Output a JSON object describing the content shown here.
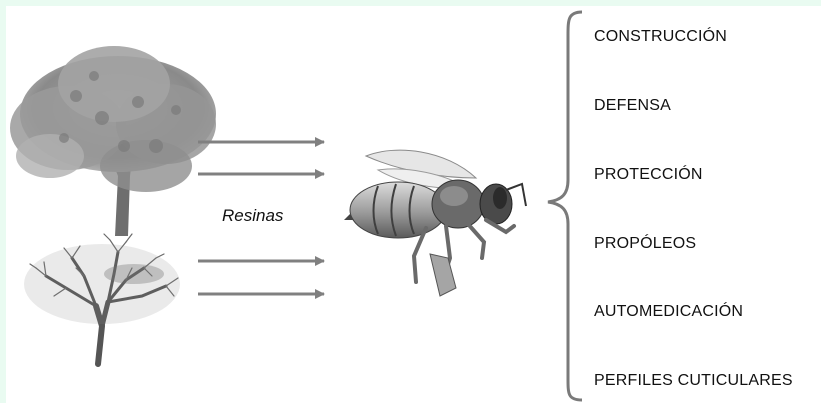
{
  "diagram": {
    "source_label": "Resinas",
    "uses": [
      "CONSTRUCCIÓN",
      "DEFENSA",
      "PROTECCIÓN",
      "PROPÓLEOS",
      "AUTOMEDICACIÓN",
      "PERFILES CUTICULARES"
    ]
  },
  "colors": {
    "background": "#e9fbf1",
    "panel": "#ffffff",
    "arrow": "#808080",
    "brace": "#7a7a7a"
  },
  "images": {
    "tree_top": "leafy-tree-illustration",
    "tree_bottom": "bare-tree-illustration",
    "insect": "bee-illustration"
  }
}
